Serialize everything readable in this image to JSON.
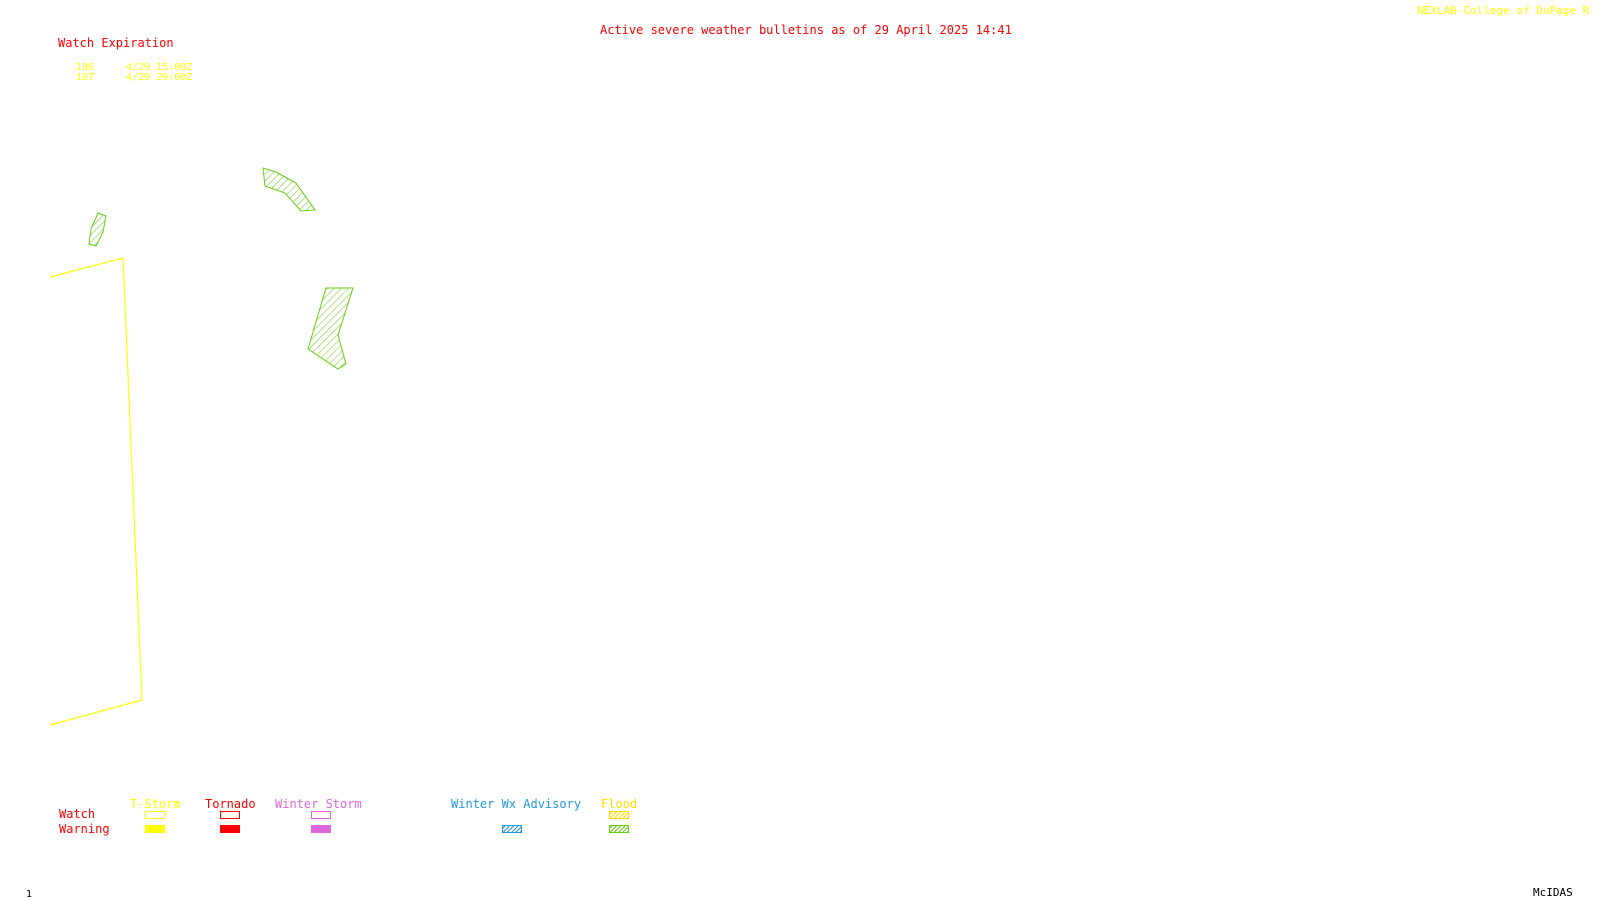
{
  "header": {
    "title": "Active severe weather bulletins as of 29 April 2025 14:41",
    "credit": "NEXLAB-College of DuPage R"
  },
  "watch_expiration": {
    "title": "Watch Expiration",
    "rows": [
      {
        "number": "186",
        "expires": "4/29 15:00Z"
      },
      {
        "number": "187",
        "expires": "4/29 20:00Z"
      }
    ]
  },
  "legend": {
    "row_labels": {
      "watch": "Watch",
      "warning": "Warning"
    },
    "categories": [
      {
        "name": "T-Storm",
        "color": "#ffff00",
        "watch_style": "outline",
        "warning_style": "filled"
      },
      {
        "name": "Tornado",
        "color": "#ff0000",
        "watch_style": "outline",
        "warning_style": "filled"
      },
      {
        "name": "Winter Storm",
        "color": "#dd66dd",
        "watch_style": "outline",
        "warning_style": "filled"
      },
      {
        "name": "Winter Wx Advisory",
        "color": "#2299dd",
        "watch_style": "none",
        "warning_style": "hatched"
      },
      {
        "name": "Flood",
        "color": "#ffdd00",
        "warning_color": "#66cc11",
        "watch_style": "hatched",
        "warning_style": "hatched"
      }
    ]
  },
  "map": {
    "polygons": [
      {
        "type": "flood-warning",
        "color": "#66cc11",
        "fill": "hatched"
      },
      {
        "type": "flood-warning",
        "color": "#66cc11",
        "fill": "hatched"
      },
      {
        "type": "flood-warning",
        "color": "#66cc11",
        "fill": "hatched"
      },
      {
        "type": "t-storm-watch",
        "color": "#ffff00",
        "fill": "outline"
      }
    ]
  },
  "footer": {
    "page_number": "1",
    "software": "McIDAS"
  }
}
